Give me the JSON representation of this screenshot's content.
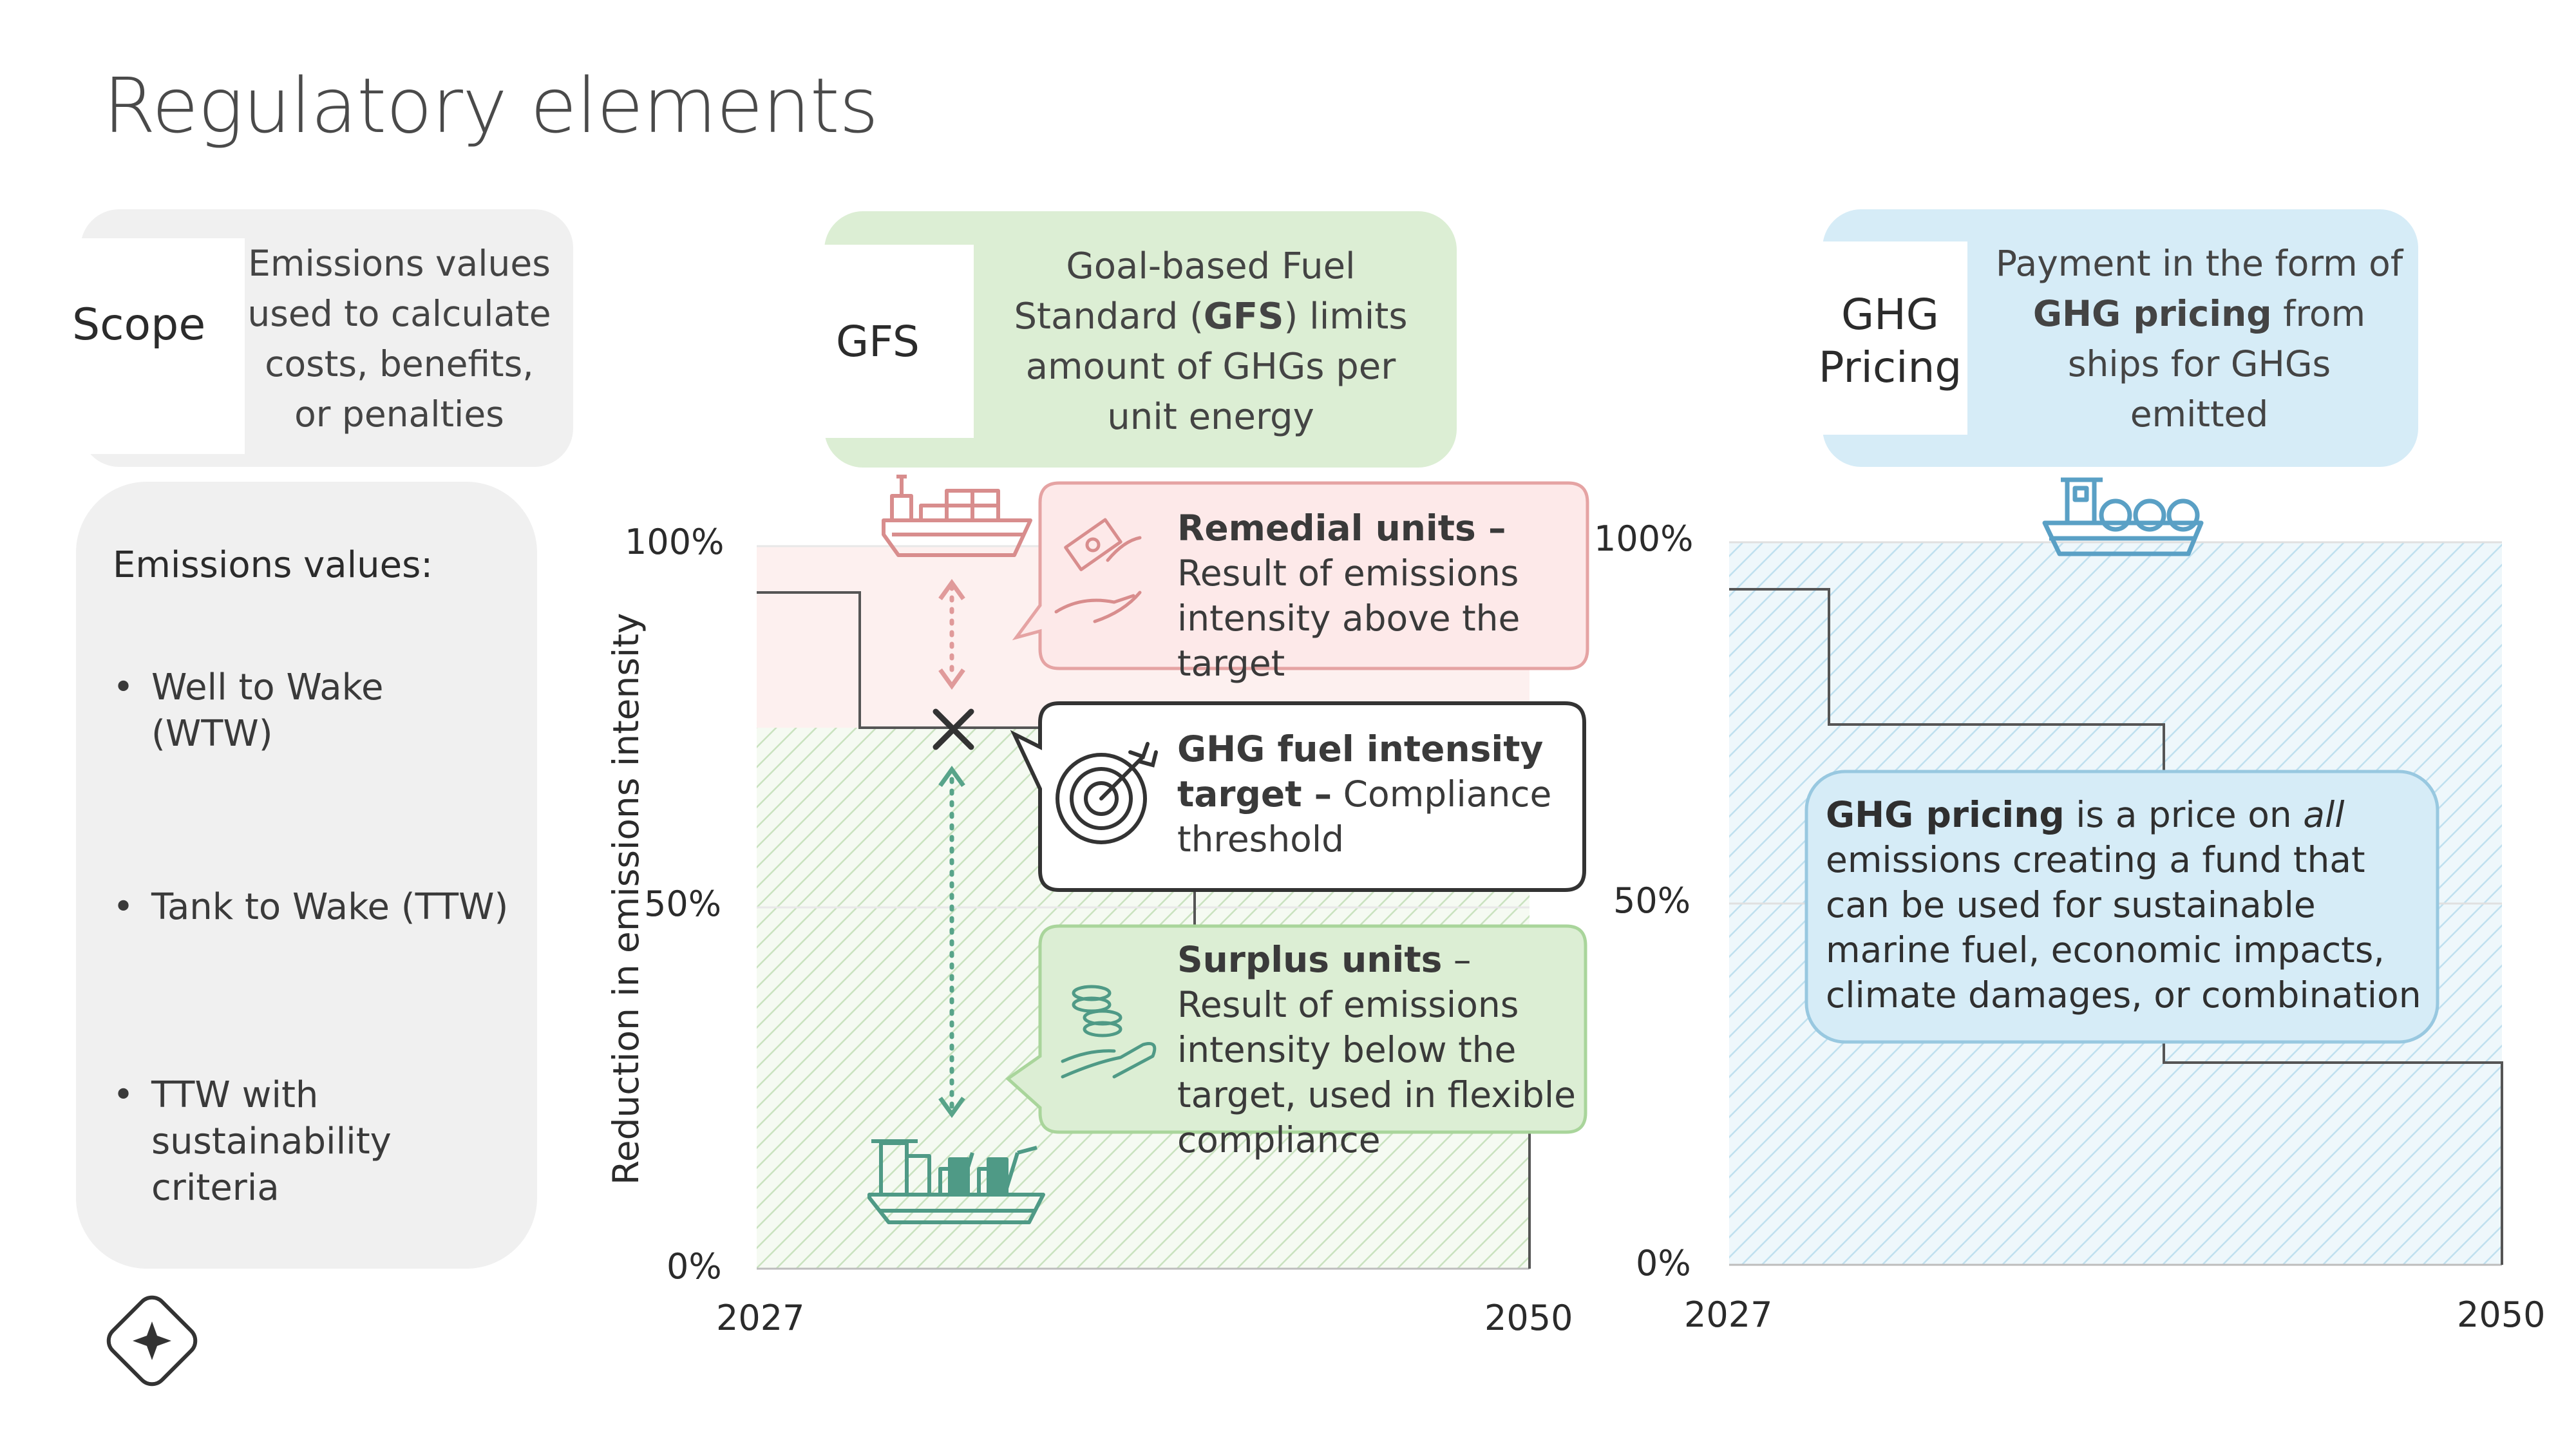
{
  "title": "Regulatory elements",
  "scope": {
    "label": "Scope",
    "description": "Emissions values used to calculate costs, benefits, or penalties"
  },
  "emissions_values": {
    "title": "Emissions values:",
    "items": [
      "Well to Wake (WTW)",
      "Tank to Wake (TTW)",
      "TTW with sustainability criteria"
    ]
  },
  "gfs": {
    "label": "GFS",
    "description_pre": "Goal-based Fuel Standard (",
    "description_bold": "GFS",
    "description_post": ") limits amount of GHGs per unit energy",
    "chart": {
      "y_ticks": [
        "100%",
        "50%",
        "0%"
      ],
      "x_ticks": [
        "2027",
        "2050"
      ],
      "ylabel": "Reduction in emissions intensity"
    },
    "callouts": {
      "remedial_bold": "Remedial units –",
      "remedial_text": " Result of emissions intensity above the target",
      "target_bold": "GHG fuel intensity target –",
      "target_text": " Compliance threshold",
      "surplus_bold": "Surplus units",
      "surplus_text": " – Result of emissions intensity below the target, used in flexible compliance"
    }
  },
  "ghg_pricing": {
    "label": "GHG Pricing",
    "description_pre": "Payment in the form of ",
    "description_bold": "GHG pricing",
    "description_post": " from ships for GHGs emitted",
    "chart": {
      "y_ticks": [
        "100%",
        "50%",
        "0%"
      ],
      "x_ticks": [
        "2027",
        "2050"
      ]
    },
    "note_bold": "GHG pricing",
    "note_pre": " is a price on ",
    "note_italic": "all",
    "note_post": " emissions creating a fund that can be used for sustainable marine fuel, economic impacts, climate damages, or combination"
  },
  "colors": {
    "green": "#dceed4",
    "blue": "#d6ecf7",
    "red_border": "#e5a3a3",
    "red_fill": "#fbe4e4",
    "teal_icon": "#4f9a86",
    "blue_icon": "#5aa0c5"
  }
}
